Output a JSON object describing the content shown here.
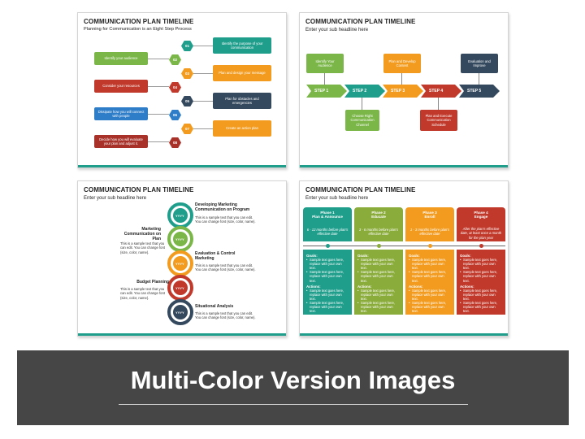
{
  "colors": {
    "green": "#7ab648",
    "red": "#c0392b",
    "blue": "#2e7dc8",
    "darkred": "#a8322a",
    "teal": "#1f9e8c",
    "orange": "#f29b1e",
    "navy": "#34495e",
    "olive": "#8aac3a",
    "banner": "#464646"
  },
  "slide1": {
    "title": "COMMUNICATION PLAN TIMELINE",
    "subtitle": "Planning for Communication is an Eight Step Process",
    "left_boxes": [
      "Identify your audience",
      "Consider your resources",
      "Dissipate how you will connect with people",
      "Decide how you will evaluate your plan and adjust it."
    ],
    "right_boxes": [
      "Identify the purpose of your communication",
      "Plan and design your message",
      "Plan for obstacles and emergencies",
      "Create an action plan"
    ],
    "numbers": [
      "01",
      "02",
      "03",
      "04",
      "05",
      "06",
      "07",
      "08"
    ]
  },
  "slide2": {
    "title": "COMMUNICATION PLAN TIMELINE",
    "subtitle": "Enter your sub headline here",
    "steps": [
      "STEP 1",
      "STEP 2",
      "STEP 3",
      "STEP 4",
      "STEP 5"
    ],
    "top_boxes": [
      "Identify Your Audience",
      "Plan and Develop Content",
      "Evaluation and Improve"
    ],
    "bottom_boxes": [
      "Choose Right Communication Channel",
      "Plan and Execute Communication Schedule"
    ]
  },
  "slide3": {
    "title": "COMMUNICATION PLAN TIMELINE",
    "subtitle": "Enter your sub headline here",
    "year_label": "YYYY",
    "items": [
      {
        "heading": "Developing Marketing Communication on Program",
        "text": "This is a sample text that you can edit. You can change font (size, color, name)."
      },
      {
        "heading": "Marketing Communication on Plan",
        "text": "This is a sample text that you can edit. You can change font (size, color, name)."
      },
      {
        "heading": "Evaluation & Control Marketing",
        "text": "This is a sample text that you can edit. You can change font (size, color, name)."
      },
      {
        "heading": "Budget Planning",
        "text": "This is a sample text that you can edit. You can change font (size, color, name)."
      },
      {
        "heading": "Situational Analysis",
        "text": "This is a sample text that you can edit. You can change font (size, color, name)."
      }
    ]
  },
  "slide4": {
    "title": "COMMUNICATION PLAN TIMELINE",
    "subtitle": "Enter your sub headline here",
    "phases": [
      {
        "phase": "Phase 1",
        "name": "Plan & Announce",
        "timing": "6 - 12 months before plan's effective date"
      },
      {
        "phase": "Phase 2",
        "name": "Educate",
        "timing": "3 - 6 months before plan's effective date"
      },
      {
        "phase": "Phase 3",
        "name": "Enroll",
        "timing": "1 - 3 months before plan's effective date"
      },
      {
        "phase": "Phase 4",
        "name": "Engage",
        "timing": "After the plan's effective date, at least once a month for the plan year"
      }
    ],
    "goals_label": "Goals:",
    "actions_label": "Actions:",
    "sample_bullet": "Sample text goes here, replace with your own text."
  },
  "banner": {
    "text": "Multi-Color Version Images"
  }
}
